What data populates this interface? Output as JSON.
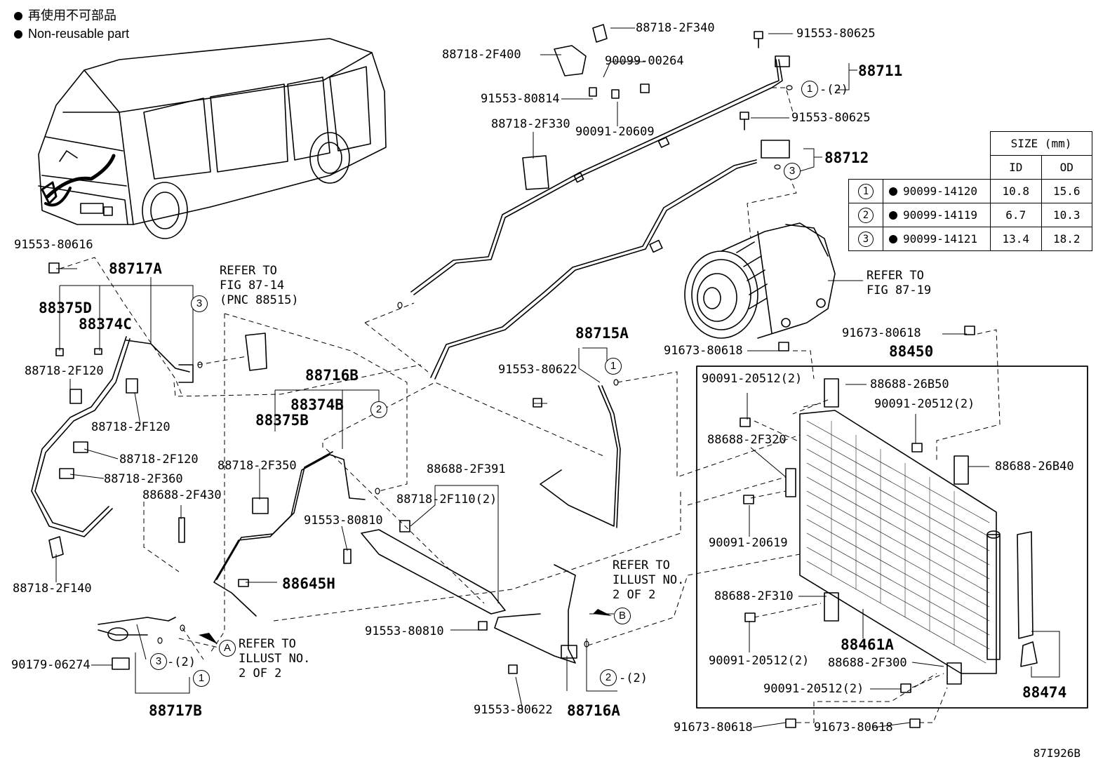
{
  "legend": {
    "jp": "再使用不可部品",
    "en": "Non-reusable part"
  },
  "labels": {
    "p88718_2F340": "88718-2F340",
    "p91553_80625a": "91553-80625",
    "p88718_2F400": "88718-2F400",
    "p90099_00264": "90099-00264",
    "p88711": "88711",
    "c1_2_top": "-(2)",
    "p91553_80814": "91553-80814",
    "p90091_20609": "90091-20609",
    "p91553_80625b": "91553-80625",
    "p88718_2F330": "88718-2F330",
    "p88712": "88712",
    "p91553_80616": "91553-80616",
    "p88717A": "88717A",
    "p88375D": "88375D",
    "p88374C": "88374C",
    "p88718_2F120a": "88718-2F120",
    "p88718_2F120b": "88718-2F120",
    "p88718_2F120c": "88718-2F120",
    "p88718_2F360": "88718-2F360",
    "p88688_2F430": "88688-2F430",
    "p88718_2F140": "88718-2F140",
    "p88716B": "88716B",
    "p88374B": "88374B",
    "p88375B": "88375B",
    "p88718_2F350": "88718-2F350",
    "p88645H": "88645H",
    "p91553_80810a": "91553-80810",
    "p91553_80810b": "91553-80810",
    "p88688_2F391": "88688-2F391",
    "p88718_2F110": "88718-2F110(2)",
    "p88715A": "88715A",
    "p91553_80622a": "91553-80622",
    "p91553_80622b": "91553-80622",
    "p88716A": "88716A",
    "c2_2_bottom": "-(2)",
    "p90179_06274": "90179-06274",
    "c3_2_bottom": "-(2)",
    "p88717B": "88717B",
    "p91673_80618a": "91673-80618",
    "p91673_80618b": "91673-80618",
    "p91673_80618c": "91673-80618",
    "p91673_80618d": "91673-80618",
    "p88450": "88450",
    "p90091_20512a": "90091-20512(2)",
    "p88688_26B50": "88688-26B50",
    "p90091_20512b": "90091-20512(2)",
    "p88688_2F320": "88688-2F320",
    "p88688_26B40": "88688-26B40",
    "p90091_20619": "90091-20619",
    "p88688_2F310": "88688-2F310",
    "p90091_20512c": "90091-20512(2)",
    "p88461A": "88461A",
    "p88688_2F300": "88688-2F300",
    "p90091_20512d": "90091-20512(2)",
    "p88474": "88474",
    "fig_id": "87I926B"
  },
  "refers": {
    "fig87_14": "REFER TO\nFIG 87-14\n(PNC 88515)",
    "fig87_19": "REFER TO\nFIG 87-19",
    "illustA": "REFER TO\nILLUST NO.\n2 OF 2",
    "illustB": "REFER TO\nILLUST NO.\n2 OF 2",
    "ref_a": "A",
    "ref_b": "B"
  },
  "size_table": {
    "title": "SIZE (mm)",
    "col_id": "ID",
    "col_od": "OD",
    "rows": [
      {
        "num": "1",
        "part": "90099-14120",
        "id": "10.8",
        "od": "15.6"
      },
      {
        "num": "2",
        "part": "90099-14119",
        "id": "6.7",
        "od": "10.3"
      },
      {
        "num": "3",
        "part": "90099-14121",
        "id": "13.4",
        "od": "18.2"
      }
    ]
  },
  "circle_refs": {
    "c1a": "1",
    "c3a": "3",
    "c3b": "3",
    "c1b": "1",
    "c2a": "2",
    "c3c": "3",
    "c1c": "1",
    "c2b": "2"
  }
}
